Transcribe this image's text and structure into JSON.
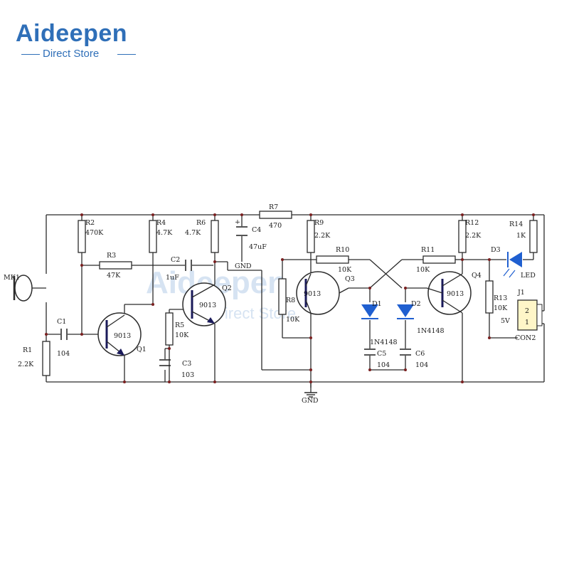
{
  "brand": {
    "name": "Aideepen",
    "subtitle": "Direct Store"
  },
  "labels": {
    "mk1": "MK1",
    "r1": "R1",
    "r1_val": "2.2K",
    "c1": "C1",
    "c1_val": "104",
    "r2": "R2",
    "r2_val": "470K",
    "r3": "R3",
    "r3_val": "47K",
    "q1": "Q1",
    "q1_val": "9013",
    "r4": "R4",
    "r4_val": "4.7K",
    "c2": "C2",
    "c2_val": "1uF",
    "r5": "R5",
    "r5_val": "10K",
    "c3": "C3",
    "c3_val": "103",
    "r6": "R6",
    "r6_val": "4.7K",
    "q2": "Q2",
    "q2_val": "9013",
    "c4": "C4",
    "c4_val": "47uF",
    "c4_plus": "+",
    "gnd": "GND",
    "r7": "R7",
    "r7_val": "470",
    "r8": "R8",
    "r8_val": "10K",
    "r9": "R9",
    "r9_val": "2.2K",
    "r10": "R10",
    "r10_val": "10K",
    "q3": "Q3",
    "q3_val": "9013",
    "d1": "D1",
    "d2": "D2",
    "d_val": "1N4148",
    "c5": "C5",
    "c5_val": "104",
    "c6": "C6",
    "c6_val": "104",
    "r11": "R11",
    "r11_val": "10K",
    "r12": "R12",
    "r12_val": "2.2K",
    "q4": "Q4",
    "q4_val": "9013",
    "r13": "R13",
    "r13_val": "10K",
    "r14": "R14",
    "r14_val": "1K",
    "d3": "D3",
    "led": "LED",
    "j1": "J1",
    "j1_v": "5V",
    "j1_pin2": "2",
    "j1_pin1": "1",
    "j1_name": "CON2",
    "gnd_bottom": "GND"
  },
  "colors": {
    "brand": "#2f6fb8",
    "accent": "#f0a020",
    "wire": "#2b2b2b",
    "diode": "#1f5fd0"
  }
}
